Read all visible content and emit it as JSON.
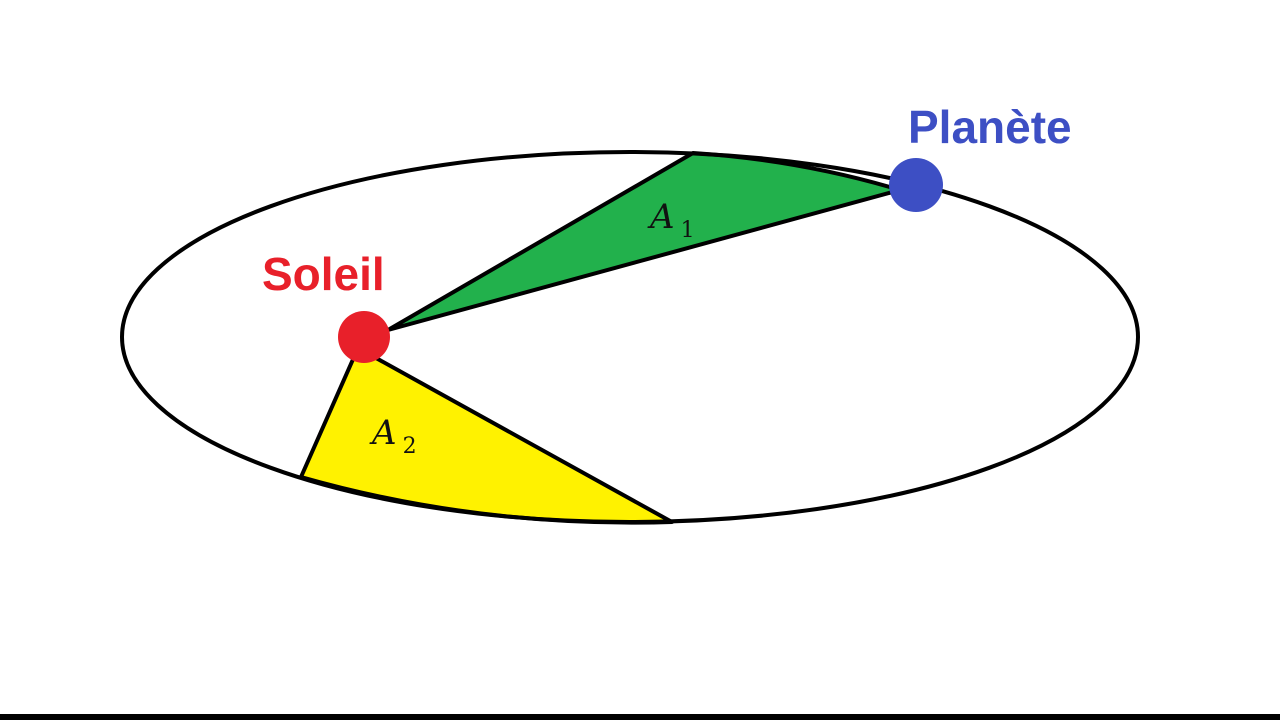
{
  "sun": {
    "label": "Soleil",
    "color": "#e8202a"
  },
  "planet": {
    "label": "Planète",
    "color": "#3d4fc4"
  },
  "areas": [
    {
      "symbol": "A",
      "index": "1",
      "color": "#22b14c"
    },
    {
      "symbol": "A",
      "index": "2",
      "color": "#fff200"
    }
  ],
  "orbit": {
    "color": "#000000"
  }
}
